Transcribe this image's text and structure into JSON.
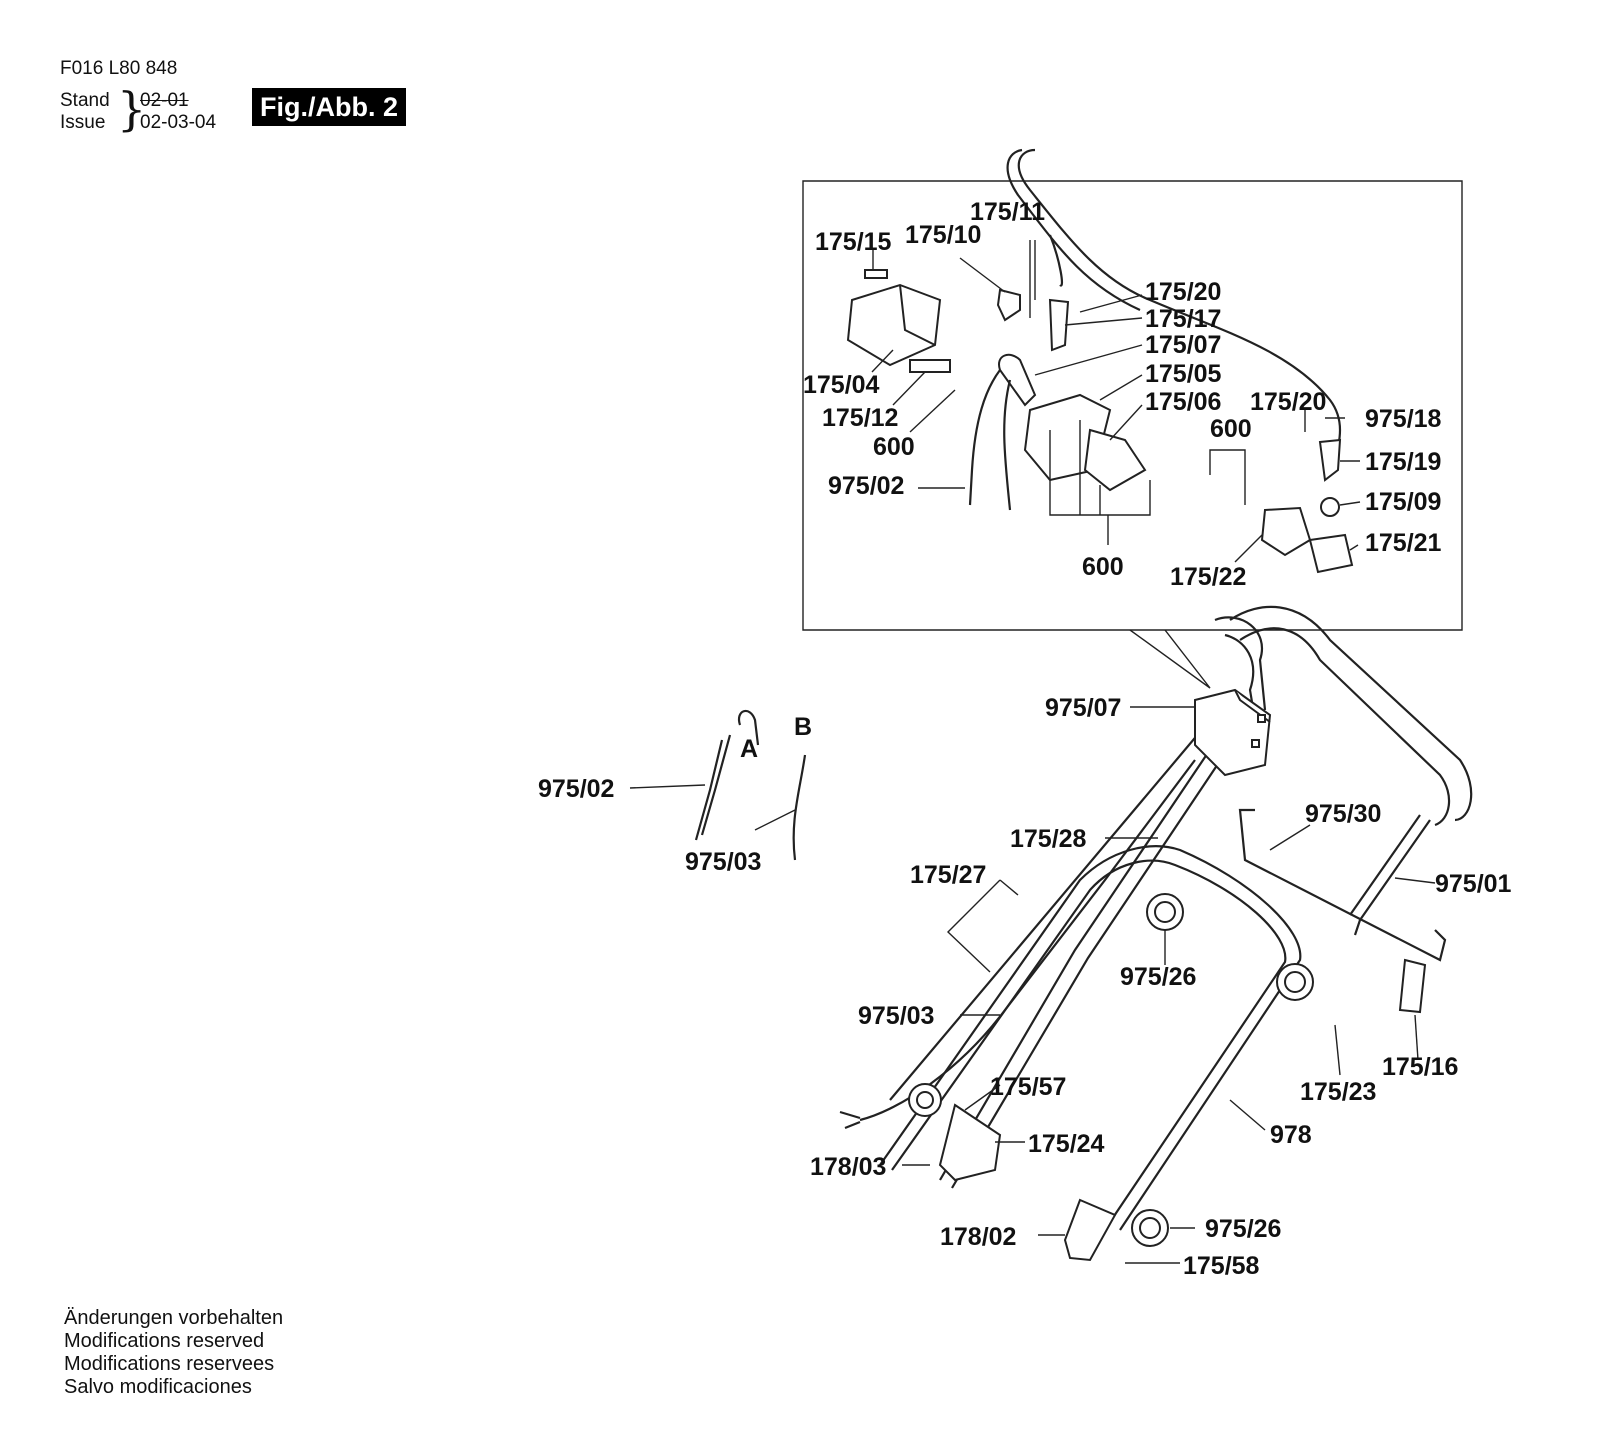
{
  "header": {
    "doc_number": "F016 L80 848",
    "stand_label": "Stand",
    "issue_label": "Issue",
    "stand_date_old": "02-01",
    "issue_date": "02-03-04",
    "figure_label": "Fig./Abb. 2"
  },
  "part_labels": {
    "p175_11": "175/11",
    "p175_15": "175/15",
    "p175_10": "175/10",
    "p175_20a": "175/20",
    "p175_17": "175/17",
    "p175_07": "175/07",
    "p175_05": "175/05",
    "p175_06": "175/06",
    "p175_04": "175/04",
    "p175_12": "175/12",
    "p600a": "600",
    "p975_02a": "975/02",
    "p600b": "600",
    "p175_20b": "175/20",
    "p975_18": "975/18",
    "p600c": "600",
    "p175_19": "175/19",
    "p175_09": "175/09",
    "p175_21": "175/21",
    "p175_22": "175/22",
    "p975_07": "975/07",
    "pA": "A",
    "pB": "B",
    "p975_02b": "975/02",
    "p975_03a": "975/03",
    "p175_28": "175/28",
    "p975_30": "975/30",
    "p175_27": "175/27",
    "p975_01": "975/01",
    "p975_26a": "975/26",
    "p975_03b": "975/03",
    "p175_16": "175/16",
    "p175_23": "175/23",
    "p175_57": "175/57",
    "p175_24": "175/24",
    "p978": "978",
    "p178_03": "178/03",
    "p975_26b": "975/26",
    "p178_02": "178/02",
    "p175_58": "175/58"
  },
  "footer": {
    "line1": "Änderungen vorbehalten",
    "line2": "Modifications reserved",
    "line3": "Modifications reservees",
    "line4": "Salvo modificaciones"
  }
}
